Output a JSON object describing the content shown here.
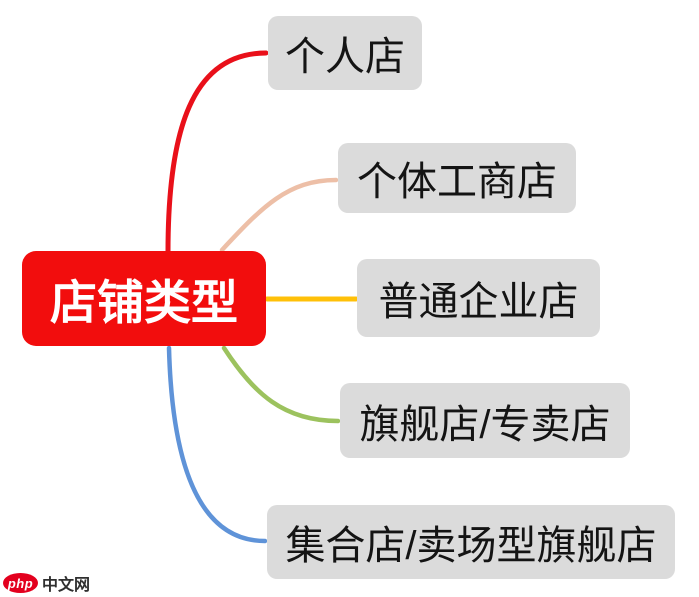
{
  "diagram": {
    "type": "mindmap",
    "root": {
      "label": "店铺类型",
      "bg_color": "#f20d0d",
      "text_color": "#ffffff"
    },
    "child_node_bg_color": "#dbdbdb",
    "child_node_text_color": "#141414",
    "children": [
      {
        "label": "个人店",
        "edge_color": "#e9101a"
      },
      {
        "label": "个体工商店",
        "edge_color": "#edbfa7"
      },
      {
        "label": "普通企业店",
        "edge_color": "#ffc008"
      },
      {
        "label": "旗舰店/专卖店",
        "edge_color": "#9cc25e"
      },
      {
        "label": "集合店/卖场型旗舰店",
        "edge_color": "#5f93d8"
      }
    ]
  },
  "watermark": {
    "logo_text": "php",
    "site_text": "中文网",
    "logo_bg_color": "#e3001e",
    "site_text_color": "#2f2f2f"
  }
}
